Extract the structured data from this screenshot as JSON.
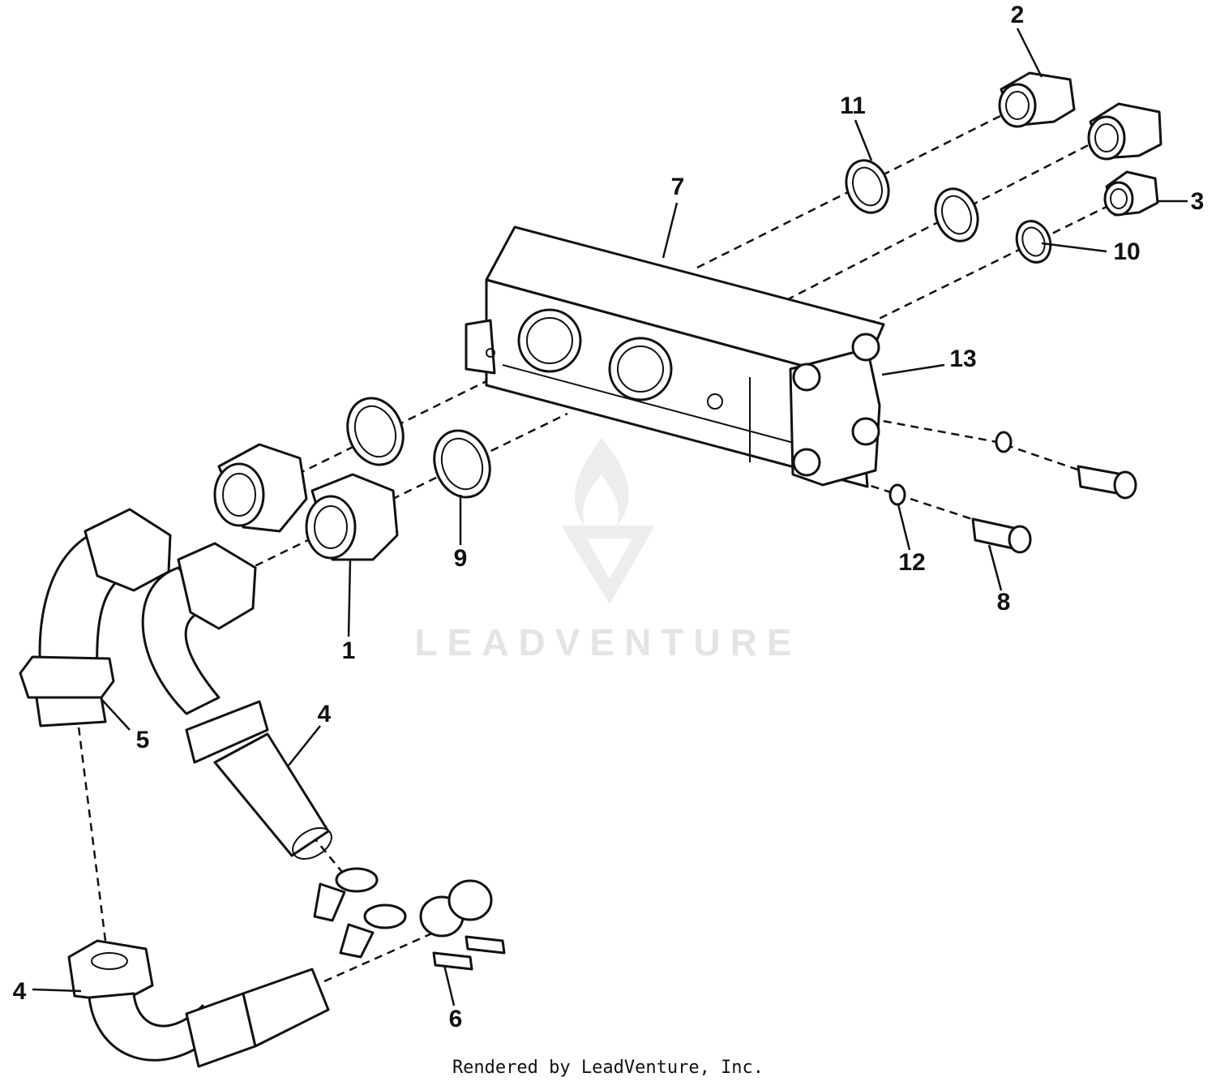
{
  "callouts": {
    "c1": "1",
    "c2": "2",
    "c3": "3",
    "c4a": "4",
    "c4b": "4",
    "c5": "5",
    "c6": "6",
    "c7": "7",
    "c8": "8",
    "c9": "9",
    "c10": "10",
    "c11": "11",
    "c12": "12",
    "c13": "13"
  },
  "watermark": {
    "text": "LEADVENTURE"
  },
  "footer": {
    "text": "Rendered by LeadVenture, Inc."
  },
  "colors": {
    "ink": "#111111",
    "watermark": "#e4e4e4",
    "background": "#ffffff"
  }
}
